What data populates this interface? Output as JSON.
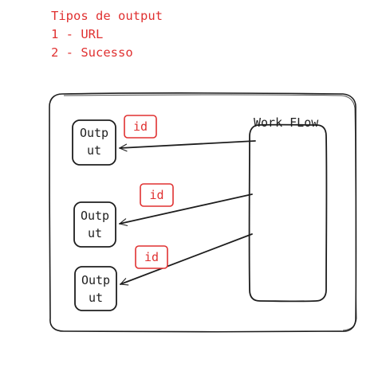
{
  "notes": {
    "title": "Tipos de output",
    "lines": [
      "1 - URL",
      "2 - Sucesso"
    ],
    "color": "#e03131"
  },
  "workflow": {
    "label": "Work FLow"
  },
  "outputs": [
    {
      "label_line1": "Outp",
      "label_line2": "ut"
    },
    {
      "label_line1": "Outp",
      "label_line2": "ut"
    },
    {
      "label_line1": "Outp",
      "label_line2": "ut"
    }
  ],
  "arrow_labels": [
    "id",
    "id",
    "id"
  ],
  "colors": {
    "stroke": "#1e1e1e",
    "accent": "#e03131",
    "background": "#ffffff"
  }
}
